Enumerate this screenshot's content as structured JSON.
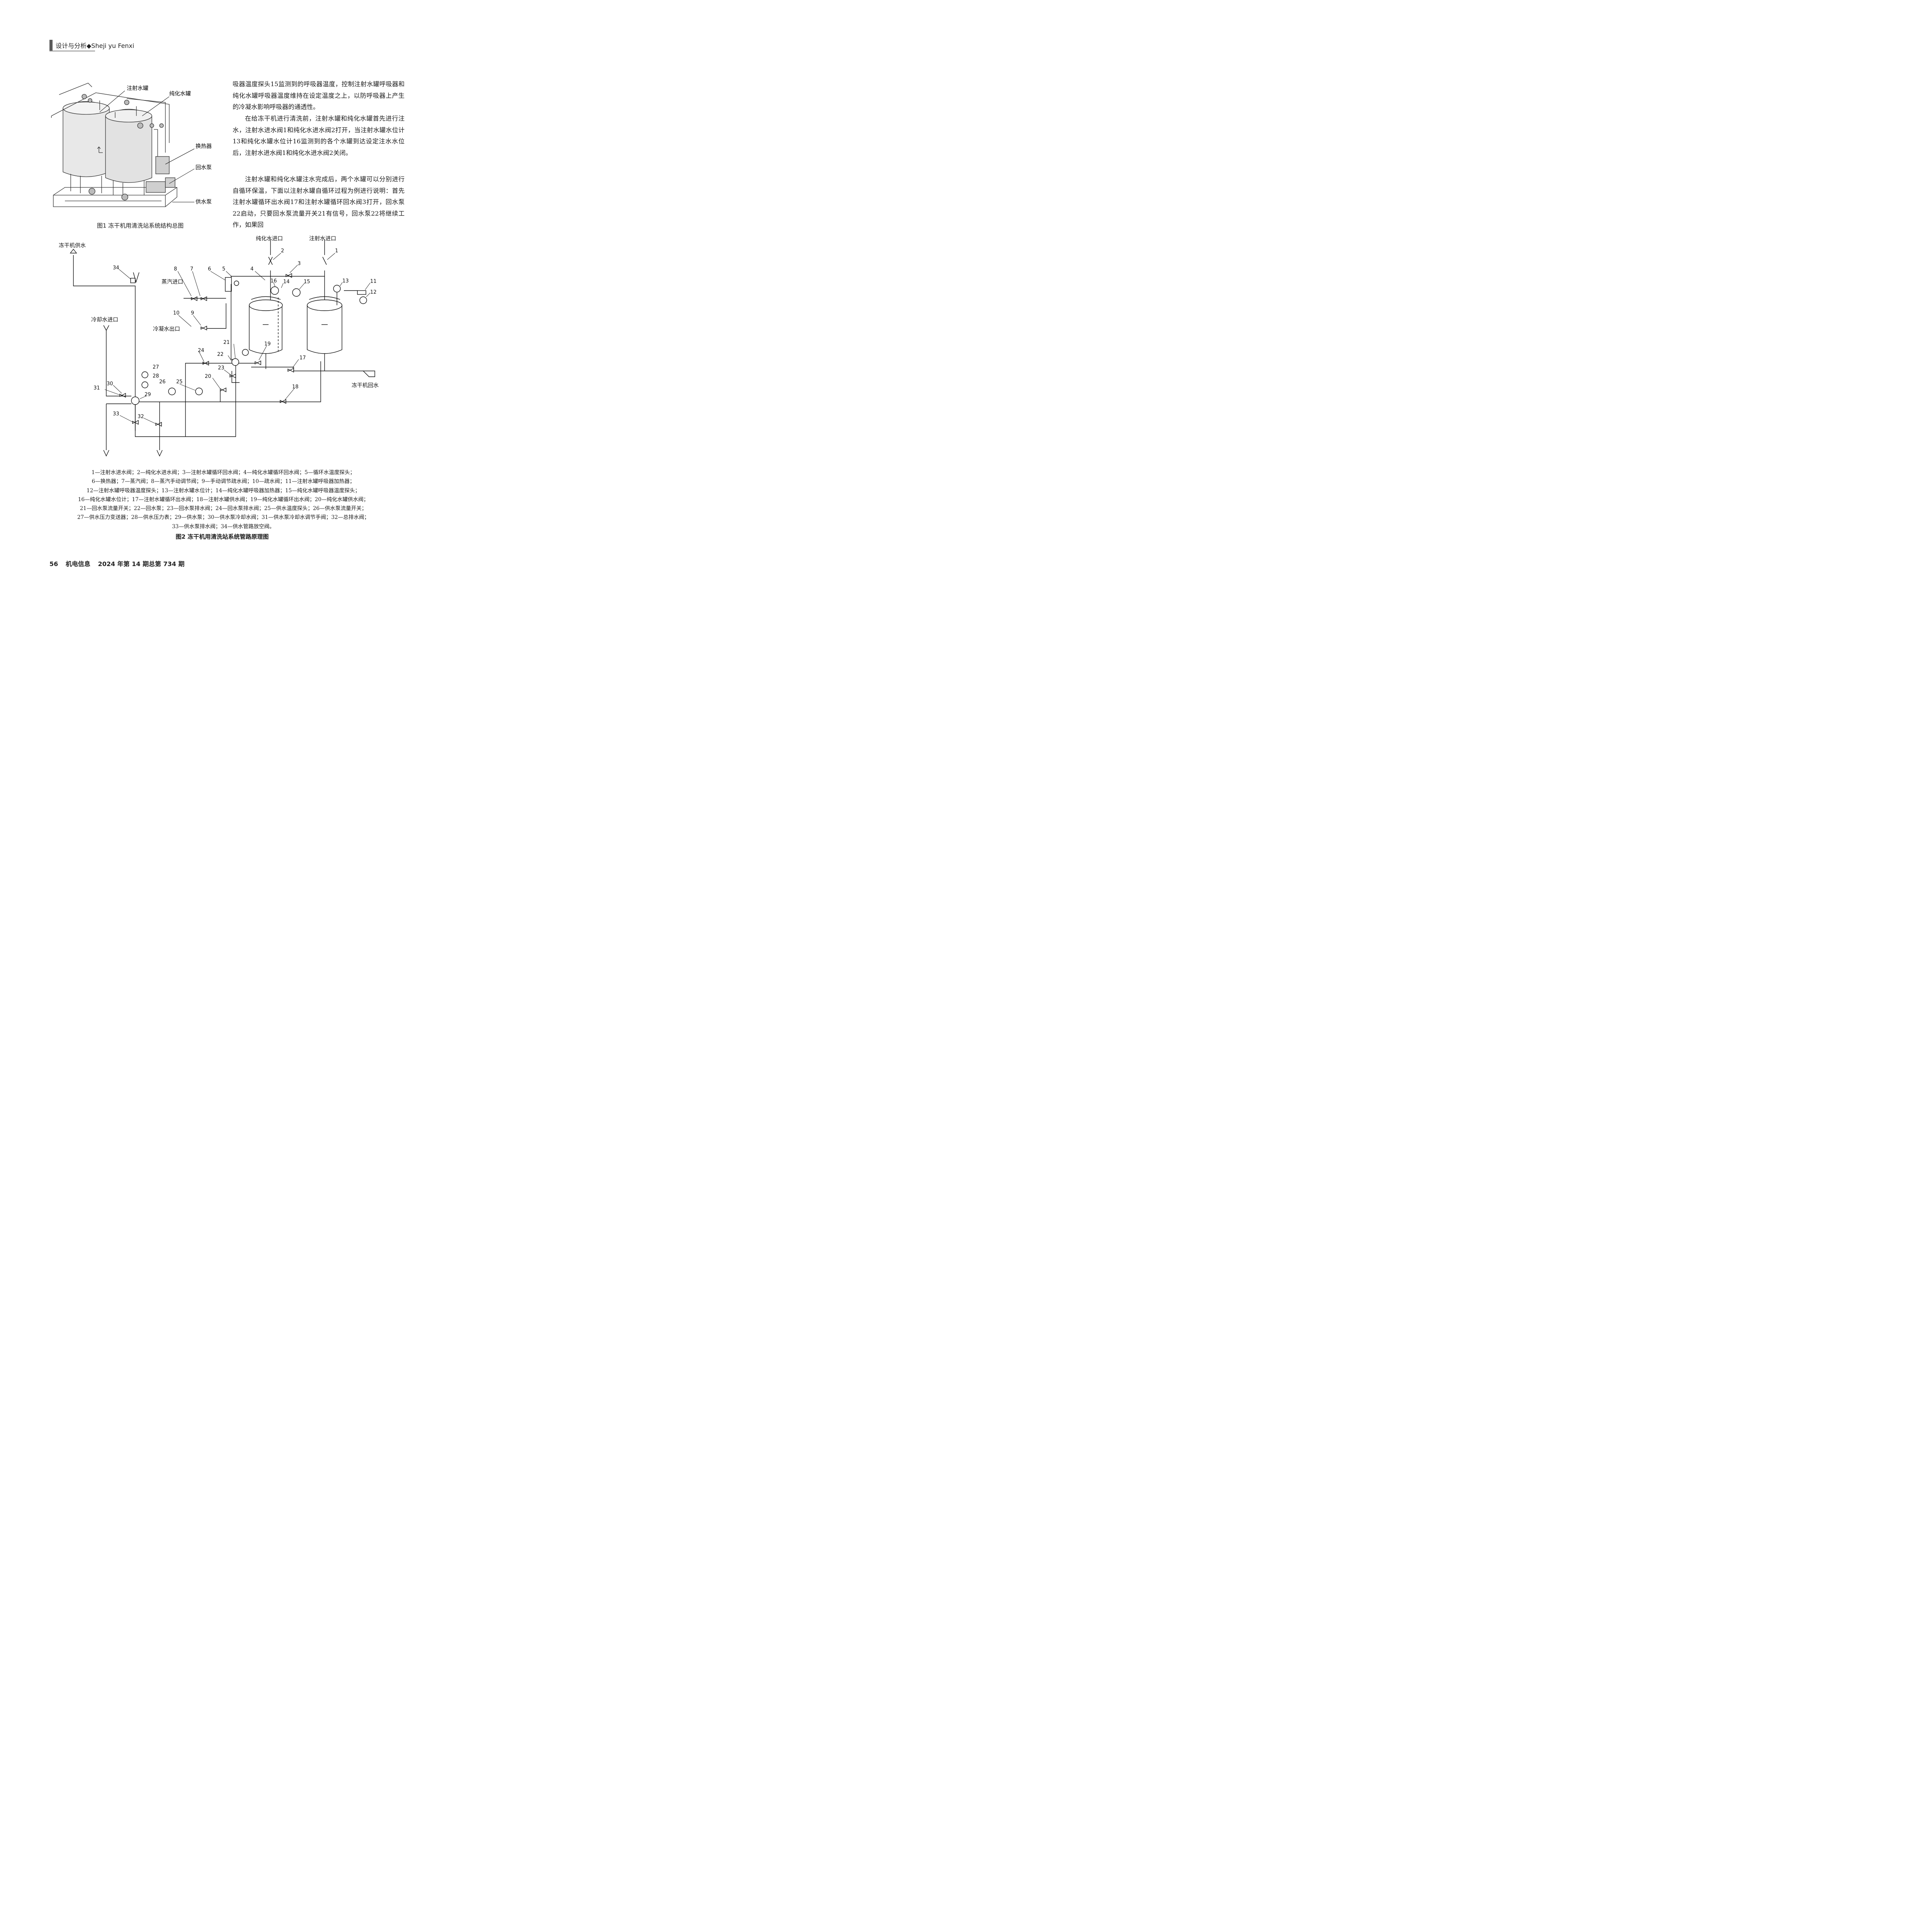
{
  "header": {
    "section": "设计与分析◆Sheji  yu Fenxi"
  },
  "figure1": {
    "caption": "图1   冻干机用清洗站系统结构总图",
    "labels": [
      "注射水罐",
      "纯化水罐",
      "换热器",
      "回水泵",
      "供水泵"
    ]
  },
  "body": {
    "p1": "吸器温度探头15监测到的呼吸器温度，控制注射水罐呼吸器和纯化水罐呼吸器温度维持在设定温度之上，以防呼吸器上产生的冷凝水影响呼吸器的通透性。",
    "p2": "在给冻干机进行清洗前，注射水罐和纯化水罐首先进行注水，注射水进水阀1和纯化水进水阀2打开，当注射水罐水位计13和纯化水罐水位计16监测到的各个水罐到达设定注水水位后，注射水进水阀1和纯化水进水阀2关闭。",
    "p3": "注射水罐和纯化水罐注水完成后，两个水罐可以分别进行自循环保温，下面以注射水罐自循环过程为例进行说明：首先注射水罐循环出水阀17和注射水罐循环回水阀3打开，回水泵22启动，只要回水泵流量开关21有信号，回水泵22将继续工作，如果回"
  },
  "figure2": {
    "labels": {
      "dongganji_supply": "冻干机供水",
      "purified_inlet": "纯化水进口",
      "injection_inlet": "注射水进口",
      "steam_inlet": "蒸汽进口",
      "condensate_outlet": "冷凝水出口",
      "cooling_inlet": "冷却水进口",
      "dongganji_return": "冻干机回水"
    },
    "numbers": [
      "1",
      "2",
      "3",
      "4",
      "5",
      "6",
      "7",
      "8",
      "9",
      "10",
      "11",
      "12",
      "13",
      "14",
      "15",
      "16",
      "17",
      "18",
      "19",
      "20",
      "21",
      "22",
      "23",
      "24",
      "25",
      "26",
      "27",
      "28",
      "29",
      "30",
      "31",
      "32",
      "33",
      "34"
    ],
    "legend": [
      "1—注射水进水阀；2—纯化水进水阀；3—注射水罐循环回水阀；4—纯化水罐循环回水阀；5—循环水温度探头；",
      "6—换热器；7—蒸汽阀；8—蒸汽手动调节阀；9—手动调节疏水阀；10—疏水阀；11—注射水罐呼吸器加热器；",
      "12—注射水罐呼吸器温度探头；13—注射水罐水位计；14—纯化水罐呼吸器加热器；15—纯化水罐呼吸器温度探头；",
      "16—纯化水罐水位计；17—注射水罐循环出水阀；18—注射水罐供水阀；19—纯化水罐循环出水阀；20—纯化水罐供水阀；",
      "21—回水泵流量开关；22—回水泵；23—回水泵排水阀；24—回水泵排水阀；25—供水温度探头；26—供水泵流量开关；",
      "27—供水压力变送器；28—供水压力表；29—供水泵；30—供水泵冷却水阀；31—供水泵冷却水调节手阀；32—总排水阀；",
      "33—供水泵排水阀；34—供水管路放空阀。"
    ],
    "caption": "图2   冻干机用清洗站系统管路原理图"
  },
  "footer": {
    "page": "56",
    "journal": "机电信息",
    "issue": "2024 年第 14 期总第 734 期"
  }
}
